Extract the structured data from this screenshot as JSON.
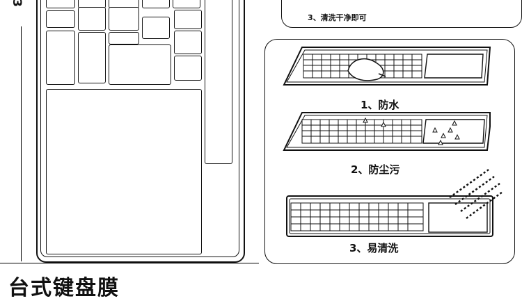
{
  "dimension_mark": "3",
  "product_title": "台式键盘膜",
  "instructions": {
    "step3": "3、清洗干净即可"
  },
  "features": [
    {
      "caption": "1、防水"
    },
    {
      "caption": "2、防尘污"
    },
    {
      "caption": "3、易清洗"
    }
  ]
}
